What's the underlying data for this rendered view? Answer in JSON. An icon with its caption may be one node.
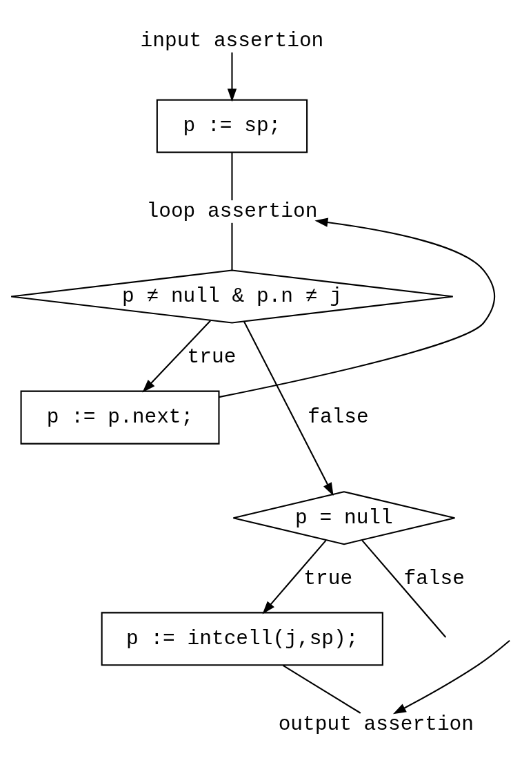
{
  "diagram": {
    "nodes": [
      {
        "text": [
          "input assertion"
        ]
      },
      {
        "text": [
          "p := sp;"
        ]
      },
      {
        "text": [
          "loop assertion"
        ]
      },
      {
        "text": [
          "p ≠ null & p.n ≠ j"
        ]
      },
      {
        "text": [
          "p := p.next;"
        ]
      },
      {
        "text": [
          "p = null"
        ]
      },
      {
        "text": [
          "p := intcell(j,sp);"
        ]
      },
      {
        "text": [
          "output assertion"
        ]
      }
    ],
    "edges": [
      {
        "from": 0,
        "to": 1,
        "arrow": "to"
      },
      {
        "from": 1,
        "to": 2,
        "arrow": "none"
      },
      {
        "from": 2,
        "to": 3,
        "arrow": "none"
      },
      {
        "from": 3,
        "to": 4,
        "arrow": "to",
        "label": "true"
      },
      {
        "from": 4,
        "to": 2,
        "arrow": "to"
      },
      {
        "from": 3,
        "to": 5,
        "arrow": "to",
        "label": "false"
      },
      {
        "from": 5,
        "to": 6,
        "arrow": "to",
        "label": "true"
      },
      {
        "from": 5,
        "to": null,
        "arrow": "none",
        "label": "false"
      },
      {
        "from": 6,
        "to": 7,
        "arrow": "none"
      },
      {
        "from": null,
        "to": 7,
        "arrow": "to"
      }
    ]
  }
}
